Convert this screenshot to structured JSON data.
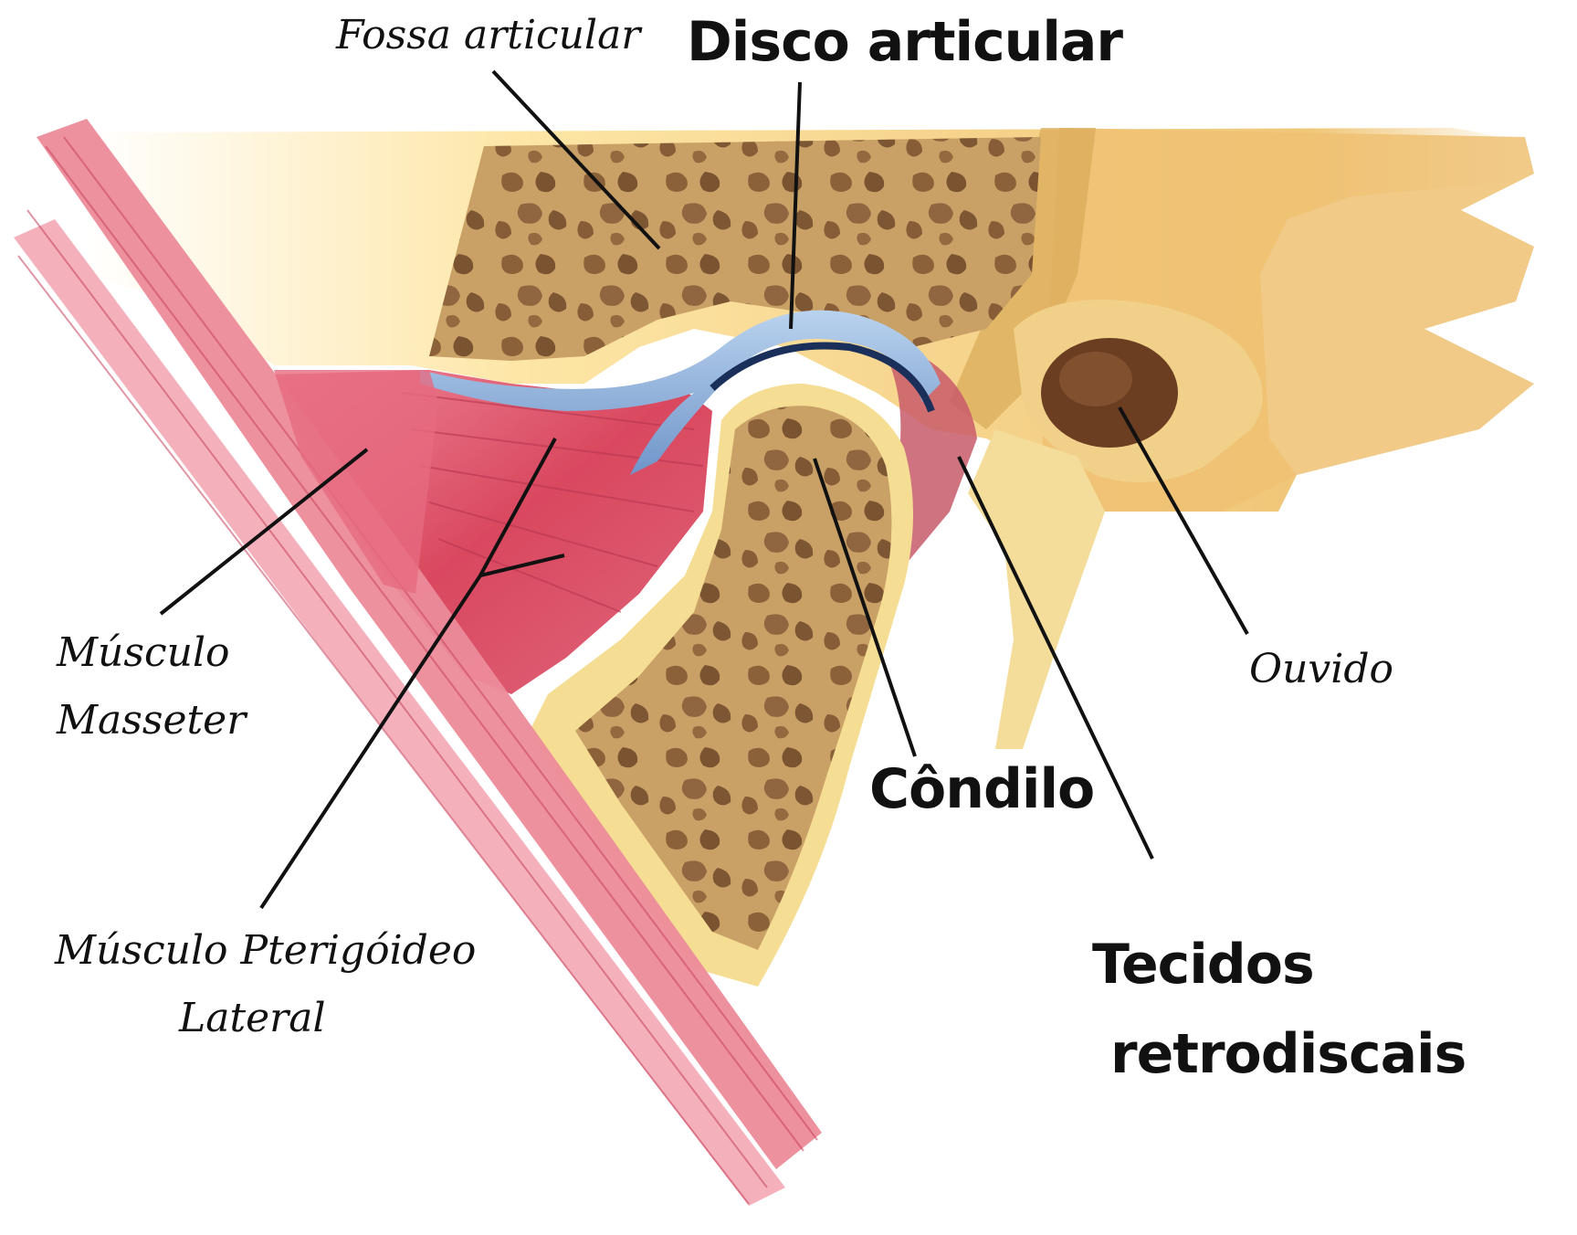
{
  "colors": {
    "bone_surface": "#f3dc8c",
    "bone_light": "#fbe9a8",
    "bone_edge": "#d9a957",
    "spongy_bone": "#9a7248",
    "muscle": "#e0566e",
    "muscle_light": "#f2a3b0",
    "disc": "#8fb4dc",
    "disc_dark": "#3a5f96",
    "retrodiscal": "#c85a6a",
    "ear_cavity": "#6b3e22",
    "leader_line": "#111111"
  },
  "labels": {
    "fossa_articular": "Fossa articular",
    "disco_articular": "Disco articular",
    "musculo_masseter_line1": "Músculo",
    "musculo_masseter_line2": "Masseter",
    "musculo_pterigoideo_line1": "Músculo Pterigóideo",
    "musculo_pterigoideo_line2": "Lateral",
    "condilo": "Côndilo",
    "tecidos_line1": "Tecidos",
    "tecidos_line2": "retrodiscais",
    "ouvido": "Ouvido"
  }
}
